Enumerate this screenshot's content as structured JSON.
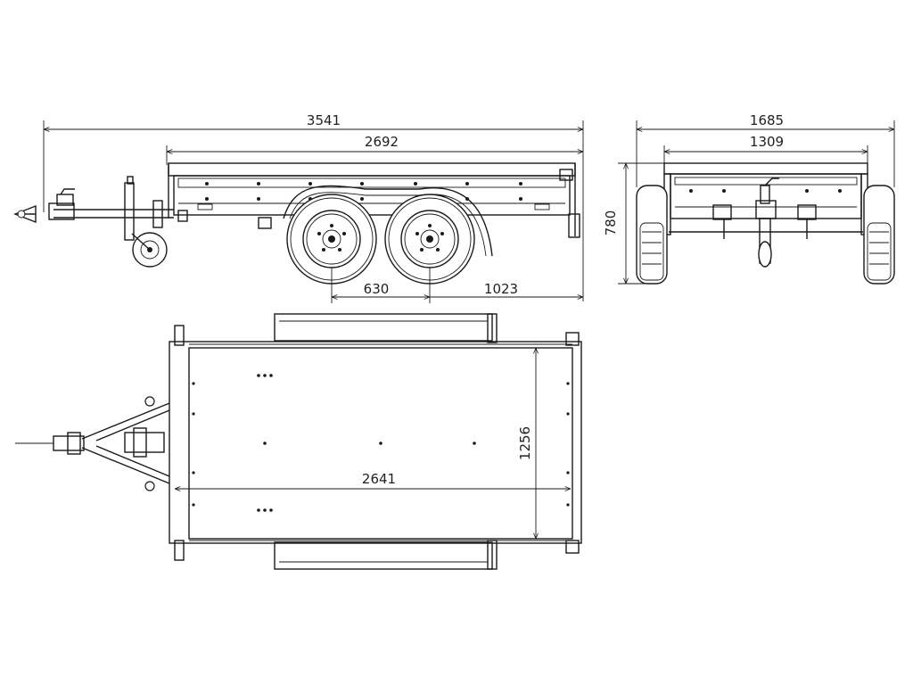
{
  "dimensions": {
    "side_total_length": "3541",
    "side_box_length": "2692",
    "axle_spacing": "630",
    "rear_overhang": "1023",
    "rear_total_width": "1685",
    "rear_box_width": "1309",
    "rear_height": "780",
    "top_box_length": "2641",
    "top_box_width": "1256"
  }
}
